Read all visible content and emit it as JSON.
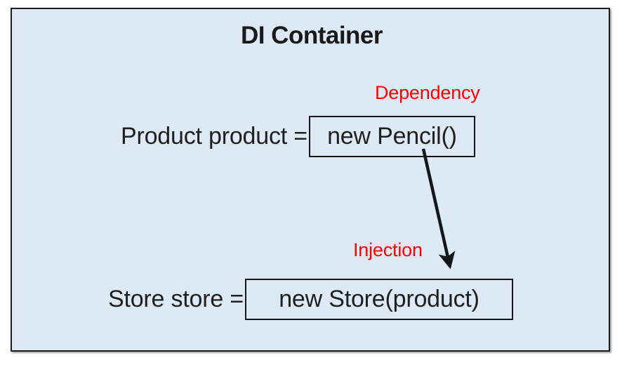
{
  "diagram": {
    "title": "DI Container",
    "background_color": "#dde9f4",
    "border_color": "#1c1c1c",
    "annotation_color": "#ff0000",
    "text_color": "#1f1f1f",
    "statements": [
      {
        "lhs": "Product product =",
        "code": "new Pencil()",
        "annotation": "Dependency"
      },
      {
        "lhs": "Store store =",
        "code": "new Store(product)",
        "annotation": "Injection"
      }
    ],
    "arrow": {
      "label": "Injection",
      "from": "new Pencil()",
      "to": "new Store(product)"
    }
  }
}
